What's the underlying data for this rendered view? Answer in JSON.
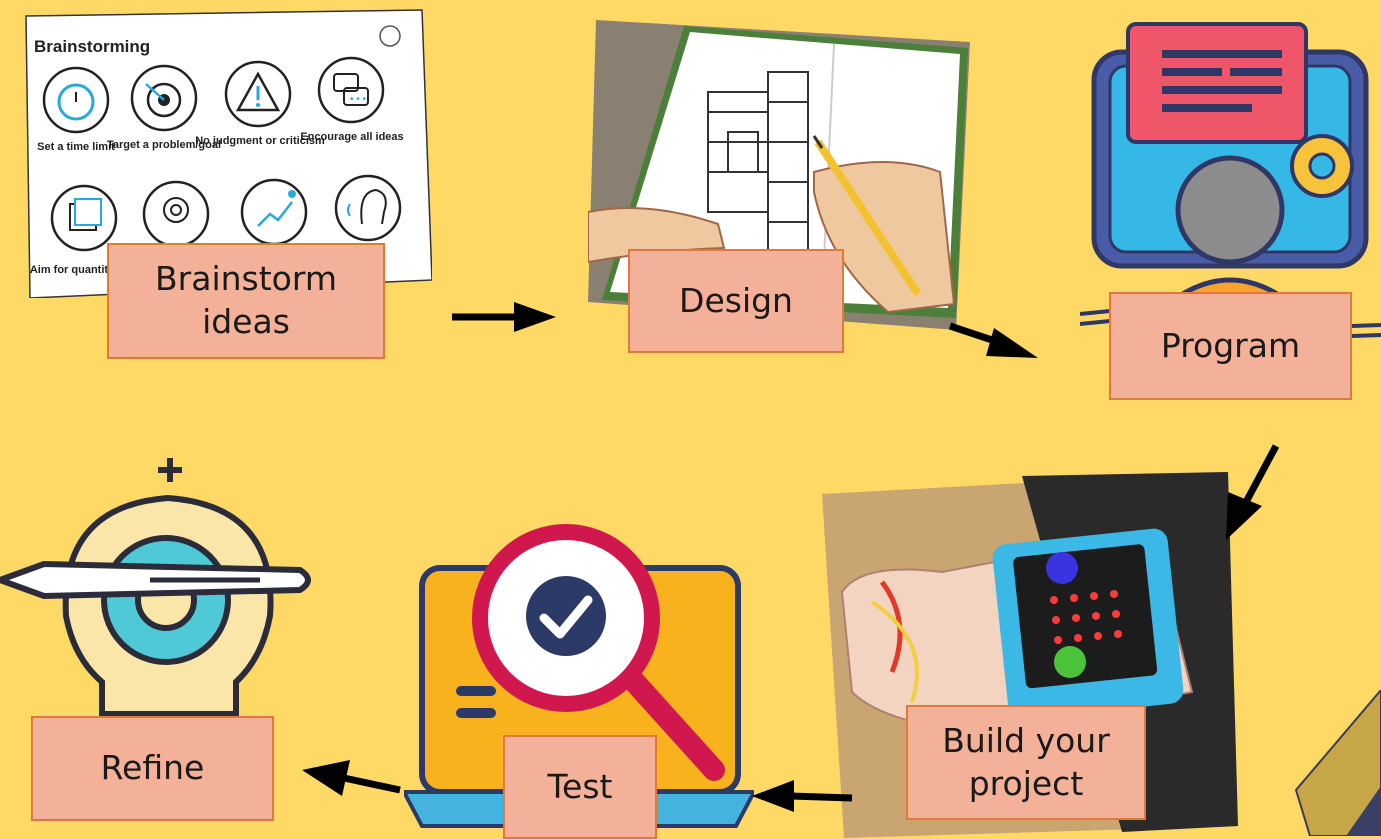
{
  "steps": {
    "brainstorm": "Brainstorm\nideas",
    "design": "Design",
    "program": "Program",
    "build": "Build your\nproject",
    "test": "Test",
    "refine": "Refine"
  },
  "brainstorm_card": {
    "title": "Brainstorming",
    "items": [
      "Set a time limit",
      "Target a problem/goal",
      "No judgment or criticism",
      "Encourage all ideas",
      "Aim for quantity"
    ]
  },
  "colors": {
    "background": "#ffd966",
    "label_fill": "#f4b19a",
    "label_border": "#e07a3a",
    "arrow": "#000000"
  }
}
